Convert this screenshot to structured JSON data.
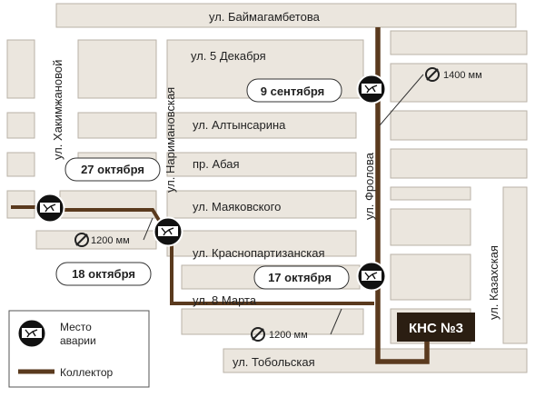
{
  "streets": {
    "baimagambetova": "ул. Баймагамбетова",
    "dekabrya_5": "ул. 5 Декабря",
    "altynsarina": "ул. Алтынсарина",
    "abaya": "пр. Абая",
    "mayakovskogo": "ул. Маяковского",
    "krasnopartizanskaya": "ул. Краснопартизанская",
    "marta_8": "ул. 8 Марта",
    "tobolskaya": "ул. Тобольская",
    "khakimzhanovoi": "ул. Хакимжановой",
    "narimanovskaya": "ул. Наримановская",
    "frolova": "ул. Фролова",
    "kazakhskaya": "ул. Казахская"
  },
  "accidents": [
    {
      "date": "9 сентября"
    },
    {
      "date": "27 октября"
    },
    {
      "date": "18 октября"
    },
    {
      "date": "17 октября"
    }
  ],
  "pipes": {
    "d1400": "1400 мм",
    "d1200_west": "1200 мм",
    "d1200_south": "1200 мм",
    "diameter_symbol": "⌀"
  },
  "kns": {
    "label": "КНС №3"
  },
  "legend": {
    "accident_line1": "Место",
    "accident_line2": "аварии",
    "collector": "Коллектор"
  },
  "colors": {
    "collector": "#5a3a1e",
    "block": "#ebe6de",
    "block_edge": "#b9b2a7",
    "kns": "#2b1e12"
  }
}
